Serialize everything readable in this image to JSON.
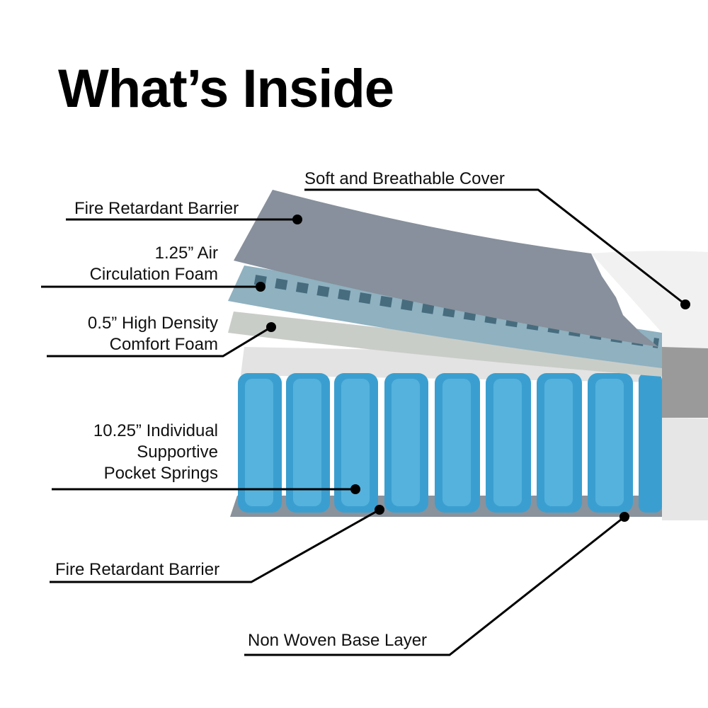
{
  "title": "What’s Inside",
  "colors": {
    "cover_top": "#87909c",
    "air_foam": "#8fb1c0",
    "air_foam_dark": "#2f5568",
    "comfort_foam": "#c9cdc8",
    "spring_blue": "#3a9fd0",
    "spring_highlight": "#6cc2e8",
    "base_layer": "#8a929c",
    "cover_white": "#f2f2f2",
    "leader_line": "#000000"
  },
  "labels": {
    "cover": "Soft and Breathable Cover",
    "fire_top": "Fire Retardant Barrier",
    "air_line1": "1.25” Air",
    "air_line2": "Circulation Foam",
    "comfort_line1": "0.5” High Density",
    "comfort_line2": "Comfort Foam",
    "springs_line1": "10.25” Individual",
    "springs_line2": "Supportive",
    "springs_line3": "Pocket Springs",
    "fire_bottom": "Fire Retardant Barrier",
    "base": "Non Woven Base Layer"
  }
}
